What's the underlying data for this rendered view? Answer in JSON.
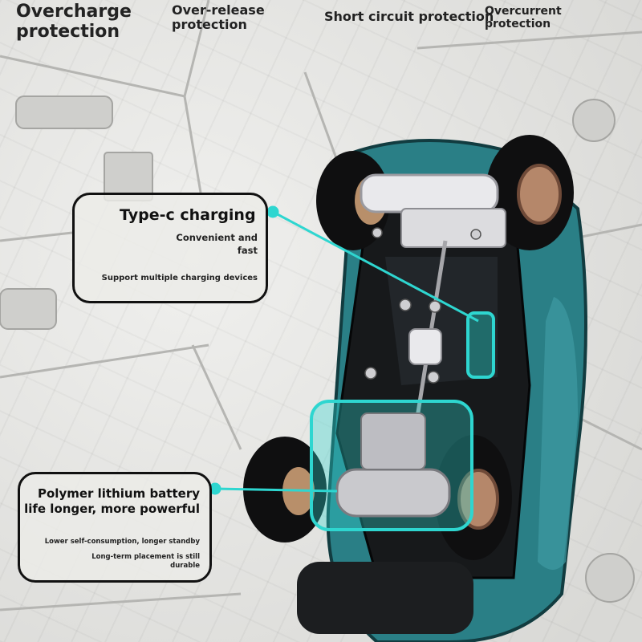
{
  "labels": {
    "overcharge": "Overcharge\nprotection",
    "over_release": "Over-release\nprotection",
    "short_circuit": "Short circuit protection",
    "overcurrent": "Overcurrent\nprotection"
  },
  "typec": {
    "title": "Type-c charging",
    "line1": "Convenient and\nfast",
    "line2": "Support multiple charging devices"
  },
  "battery": {
    "title": "Polymer lithium battery\nlife longer, more powerful",
    "line1": "Lower self-consumption, longer standby",
    "line2": "Long-term placement is still\ndurable"
  },
  "colors": {
    "accent": "#2ed6d0",
    "car_body": "#2a7f86",
    "chassis": "#17191b"
  }
}
